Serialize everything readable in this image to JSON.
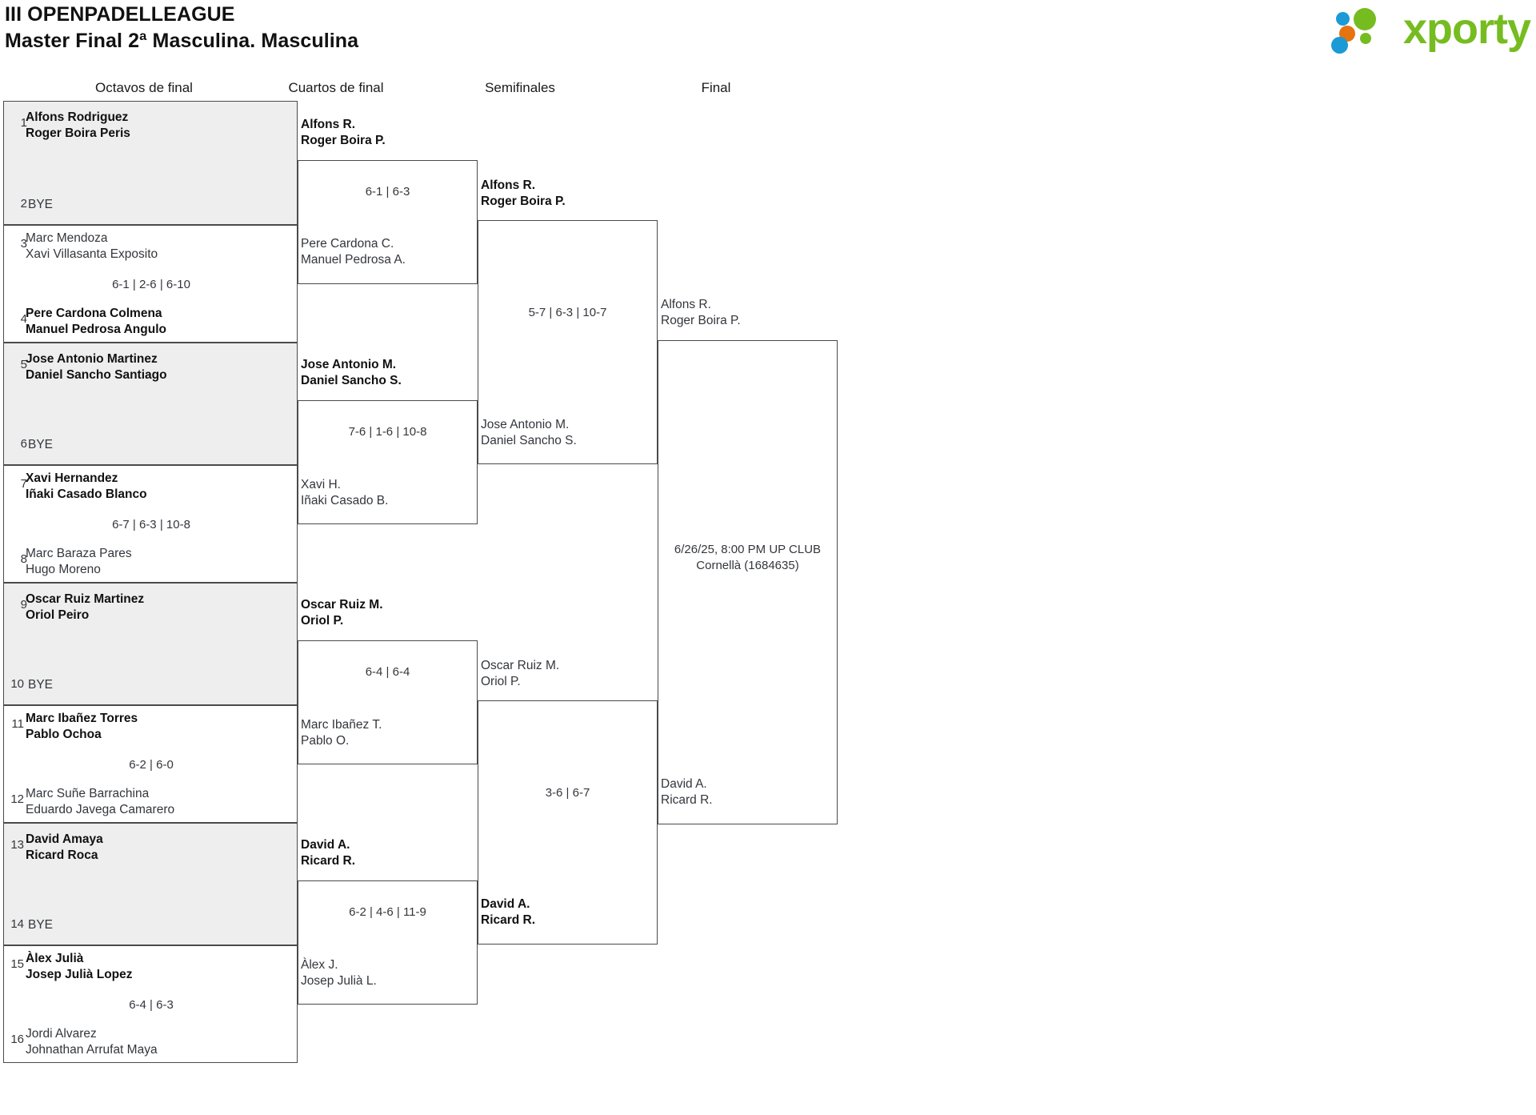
{
  "header": {
    "title_line1": "III OPENPADELLEAGUE",
    "title_line2": "Master Final 2ª Masculina. Masculina",
    "logo_word": "xporty",
    "logo_colors": {
      "green": "#76bc21",
      "blue": "#1b9ad6",
      "orange": "#e5730f"
    }
  },
  "colors": {
    "shade": "#eeeeee",
    "border": "#4a4a4a",
    "text": "#33363b",
    "text_strong": "#111111"
  },
  "rounds": [
    {
      "label": "Octavos de final"
    },
    {
      "label": "Cuartos de final"
    },
    {
      "label": "Semifinales"
    },
    {
      "label": "Final"
    }
  ],
  "round1": {
    "matches": [
      {
        "shaded": true,
        "score": "",
        "top": {
          "seed": "1",
          "line1": "Alfons Rodriguez",
          "line2": "Roger Boira Peris",
          "winner": true,
          "bye": false
        },
        "bottom": {
          "seed": "2",
          "line1": "BYE",
          "line2": "",
          "winner": false,
          "bye": true
        }
      },
      {
        "shaded": false,
        "score": "6-1 | 2-6 | 6-10",
        "top": {
          "seed": "3",
          "line1": "Marc Mendoza",
          "line2": "Xavi Villasanta Exposito",
          "winner": false,
          "bye": false
        },
        "bottom": {
          "seed": "4",
          "line1": "Pere Cardona Colmena",
          "line2": "Manuel Pedrosa Angulo",
          "winner": true,
          "bye": false
        }
      },
      {
        "shaded": true,
        "score": "",
        "top": {
          "seed": "5",
          "line1": "Jose Antonio Martinez",
          "line2": "Daniel Sancho Santiago",
          "winner": true,
          "bye": false
        },
        "bottom": {
          "seed": "6",
          "line1": "BYE",
          "line2": "",
          "winner": false,
          "bye": true
        }
      },
      {
        "shaded": false,
        "score": "6-7 | 6-3 | 10-8",
        "top": {
          "seed": "7",
          "line1": "Xavi Hernandez",
          "line2": "Iñaki Casado Blanco",
          "winner": true,
          "bye": false
        },
        "bottom": {
          "seed": "8",
          "line1": "Marc Baraza Pares",
          "line2": "Hugo Moreno",
          "winner": false,
          "bye": false
        }
      },
      {
        "shaded": true,
        "score": "",
        "top": {
          "seed": "9",
          "line1": "Oscar Ruiz Martinez",
          "line2": "Oriol Peiro",
          "winner": true,
          "bye": false
        },
        "bottom": {
          "seed": "10",
          "line1": "BYE",
          "line2": "",
          "winner": false,
          "bye": true
        }
      },
      {
        "shaded": false,
        "score": "6-2 | 6-0",
        "top": {
          "seed": "11",
          "line1": "Marc Ibañez Torres",
          "line2": "Pablo Ochoa",
          "winner": true,
          "bye": false
        },
        "bottom": {
          "seed": "12",
          "line1": "Marc Suñe Barrachina",
          "line2": "Eduardo Javega Camarero",
          "winner": false,
          "bye": false
        }
      },
      {
        "shaded": true,
        "score": "",
        "top": {
          "seed": "13",
          "line1": "David Amaya",
          "line2": "Ricard Roca",
          "winner": true,
          "bye": false
        },
        "bottom": {
          "seed": "14",
          "line1": "BYE",
          "line2": "",
          "winner": false,
          "bye": true
        }
      },
      {
        "shaded": false,
        "score": "6-4 | 6-3",
        "top": {
          "seed": "15",
          "line1": "Àlex Julià",
          "line2": "Josep Julià Lopez",
          "winner": true,
          "bye": false
        },
        "bottom": {
          "seed": "16",
          "line1": "Jordi Alvarez",
          "line2": "Johnathan Arrufat Maya",
          "winner": false,
          "bye": false
        }
      }
    ]
  },
  "round2": {
    "matches": [
      {
        "score": "6-1 | 6-3",
        "top": {
          "line1": "Alfons R.",
          "line2": "Roger Boira P.",
          "winner": true
        },
        "bottom": {
          "line1": "Pere Cardona C.",
          "line2": "Manuel Pedrosa A.",
          "winner": false
        }
      },
      {
        "score": "7-6 | 1-6 | 10-8",
        "top": {
          "line1": "Jose Antonio M.",
          "line2": "Daniel Sancho S.",
          "winner": true
        },
        "bottom": {
          "line1": "Xavi H.",
          "line2": "Iñaki Casado B.",
          "winner": false
        }
      },
      {
        "score": "6-4 | 6-4",
        "top": {
          "line1": "Oscar Ruiz M.",
          "line2": "Oriol P.",
          "winner": true
        },
        "bottom": {
          "line1": "Marc Ibañez T.",
          "line2": "Pablo O.",
          "winner": false
        }
      },
      {
        "score": "6-2 | 4-6 | 11-9",
        "top": {
          "line1": "David A.",
          "line2": "Ricard R.",
          "winner": true
        },
        "bottom": {
          "line1": "Àlex J.",
          "line2": "Josep Julià L.",
          "winner": false
        }
      }
    ]
  },
  "round3": {
    "matches": [
      {
        "score": "5-7 | 6-3 | 10-7",
        "top": {
          "line1": "Alfons R.",
          "line2": "Roger Boira P.",
          "winner": true
        },
        "bottom": {
          "line1": "Jose Antonio M.",
          "line2": "Daniel Sancho S.",
          "winner": false
        }
      },
      {
        "score": "3-6 | 6-7",
        "top": {
          "line1": "Oscar Ruiz M.",
          "line2": "Oriol P.",
          "winner": false
        },
        "bottom": {
          "line1": "David A.",
          "line2": "Ricard R.",
          "winner": true
        }
      }
    ]
  },
  "round4": {
    "matches": [
      {
        "meta_line1": "6/26/25, 8:00 PM UP CLUB",
        "meta_line2": "Cornellà (1684635)",
        "top": {
          "line1": "Alfons R.",
          "line2": "Roger Boira P.",
          "winner": false
        },
        "bottom": {
          "line1": "David A.",
          "line2": "Ricard R.",
          "winner": false
        }
      }
    ]
  }
}
